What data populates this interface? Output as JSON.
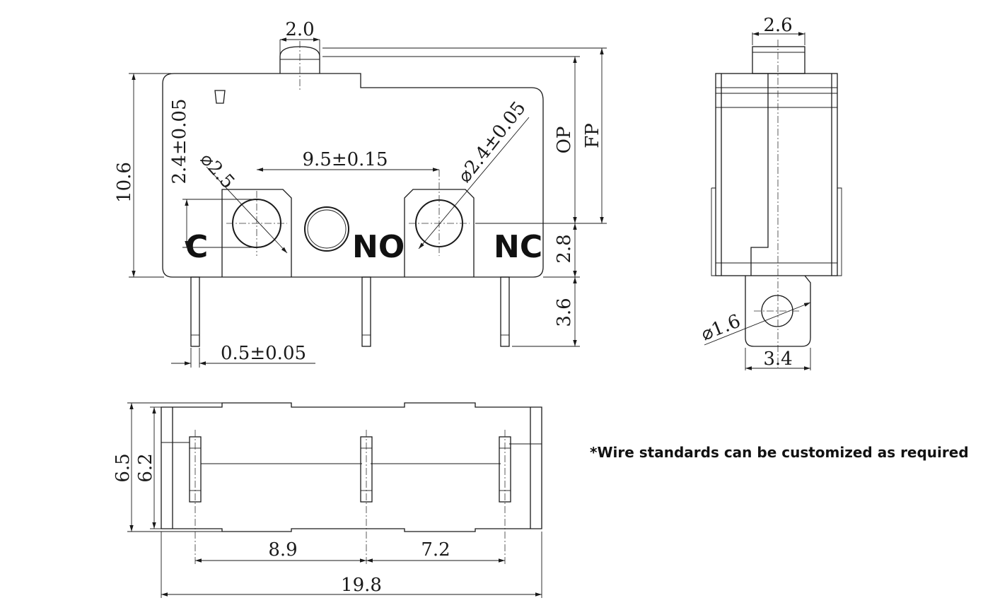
{
  "pins": {
    "c": "C",
    "no": "NO",
    "nc": "NC"
  },
  "dims": {
    "actuator_width": "2.0",
    "side_top_width": "2.6",
    "body_height": "10.6",
    "mount_hole_offset": "2.4±0.05",
    "small_hole_dia": "⌀2.5",
    "hole_spacing": "9.5±0.15",
    "large_hole_dia": "⌀2.4±0.05",
    "op": "OP",
    "fp": "FP",
    "pin_offset": "2.8",
    "pin_length": "3.6",
    "pin_width": "0.5±0.05",
    "tab_hole_dia": "⌀1.6",
    "tab_width": "3.4",
    "depth_outer": "6.5",
    "depth_inner": "6.2",
    "pin_pitch_1": "8.9",
    "pin_pitch_2": "7.2",
    "total_length": "19.8"
  },
  "note": "*Wire standards can be customized as required"
}
